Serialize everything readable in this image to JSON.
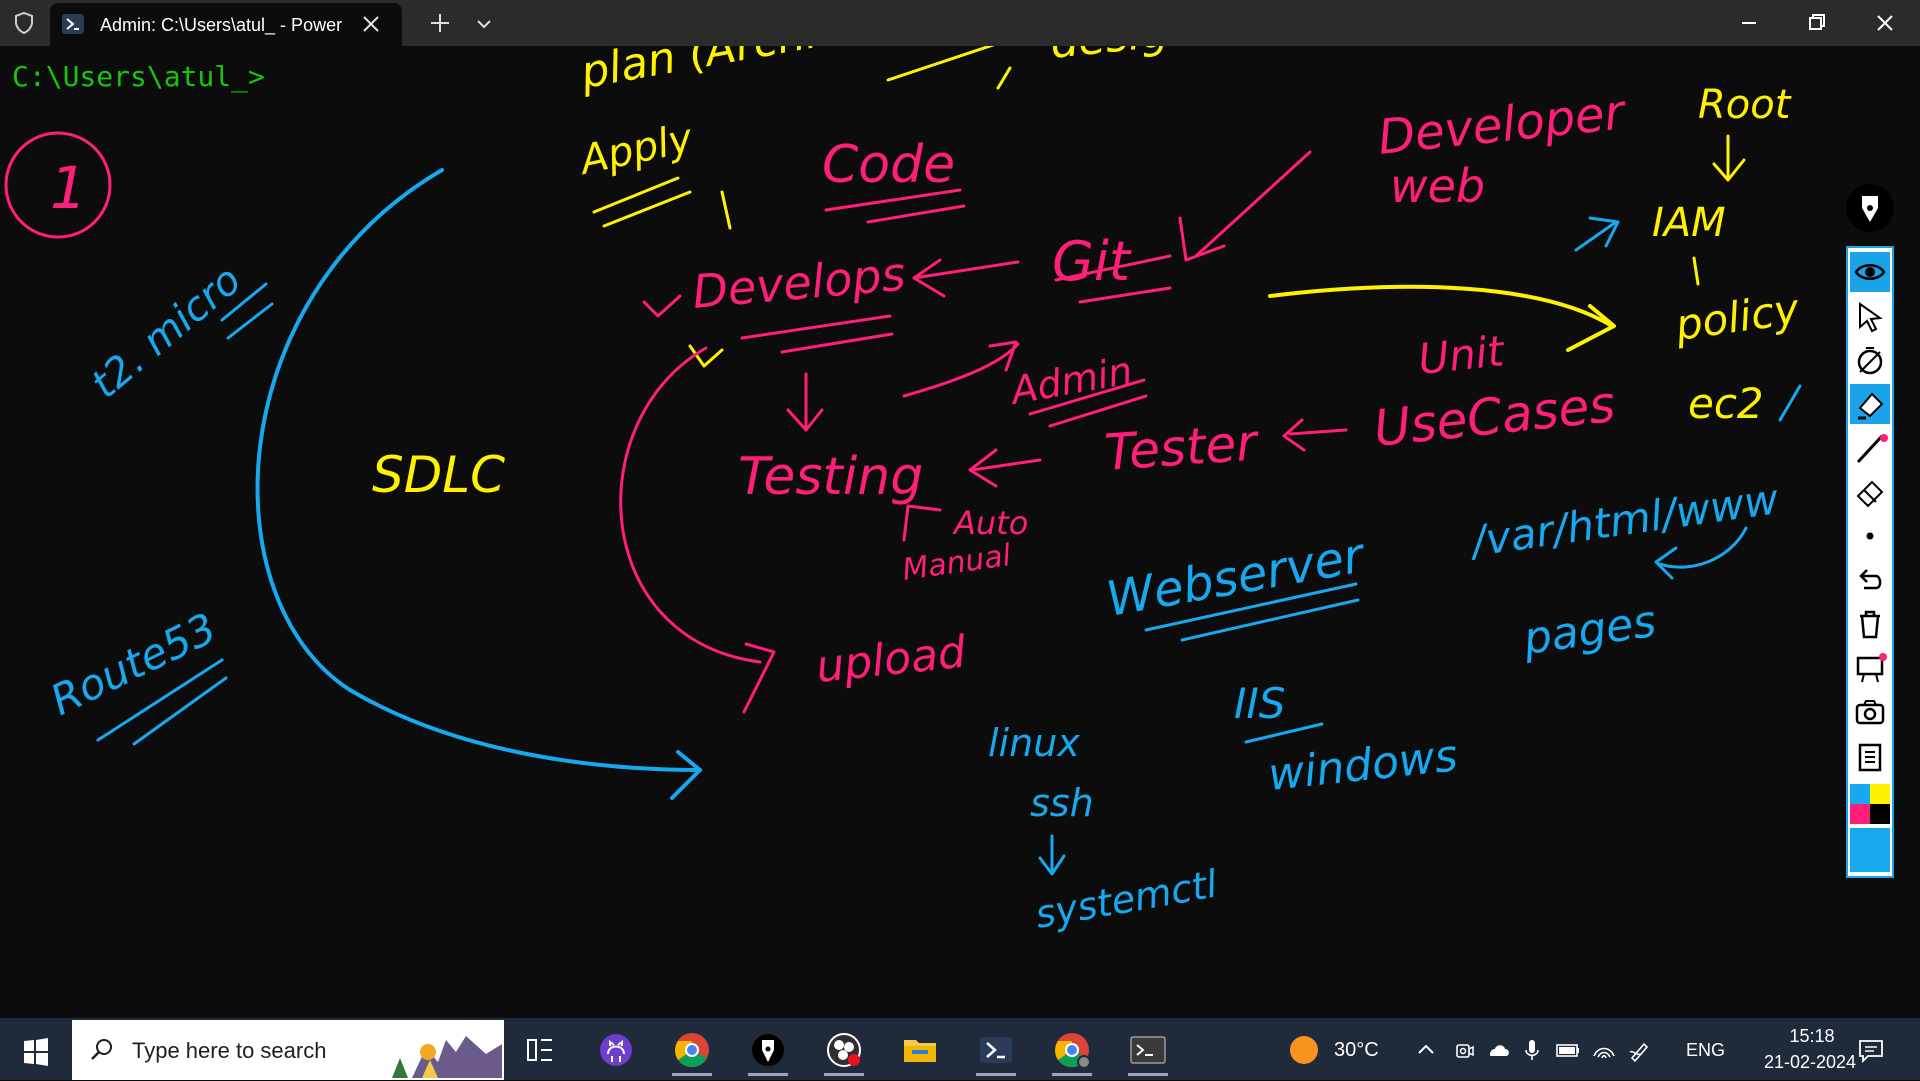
{
  "window": {
    "tab_title": "Admin: C:\\Users\\atul_ - Power",
    "prompt": "C:\\Users\\atul_>"
  },
  "drawing": {
    "circled_number": "1",
    "sdlc": "SDLC",
    "plan": "plan (Architecture)",
    "design": "design",
    "apply": "Apply",
    "code": "Code",
    "developer_web": [
      "Developer",
      "web"
    ],
    "root": "Root",
    "iam": "IAM",
    "policy": "policy",
    "ec2": "ec2",
    "develops": "Develops",
    "git": "Git",
    "admin": "Admin",
    "unit": "Unit",
    "testing": "Testing",
    "tester": "Tester",
    "use_cases": "UseCases",
    "auto_manual": [
      "Auto",
      "Manual"
    ],
    "var_path": "/var/html/www",
    "pages": "pages",
    "webserver": "Webserver",
    "upload": "upload",
    "ec2_micro": "t2. micro",
    "route53": "Route53",
    "linux_ssh": [
      "linux",
      "ssh",
      "systemctl"
    ],
    "iis_windows": [
      "IIS",
      "windows"
    ]
  },
  "ink_colors": {
    "yellow": "#fff200",
    "pink": "#ff1f7a",
    "blue": "#16a9ef"
  },
  "ink_toolbar": {
    "tools": [
      "pen-icon",
      "eye-icon",
      "cursor-icon",
      "stopwatch-icon",
      "highlighter-icon",
      "line-icon",
      "eraser-icon",
      "dot-icon",
      "undo-icon",
      "trash-icon",
      "whiteboard-icon",
      "camera-icon",
      "clipboard-icon"
    ],
    "palette": [
      "#16a9ef",
      "#fff200",
      "#ff1f7a",
      "#000000"
    ],
    "current_color": "#16a9ef"
  },
  "taskbar": {
    "search_placeholder": "Type here to search",
    "apps": [
      "task-view-icon",
      "github-desktop-icon",
      "chrome-icon",
      "pen-app-icon",
      "obs-icon",
      "file-explorer-icon",
      "powershell-icon",
      "chrome-profile-icon",
      "terminal-icon"
    ],
    "weather_temp": "30°C",
    "language": "ENG",
    "time": "15:18",
    "date": "21-02-2024"
  }
}
